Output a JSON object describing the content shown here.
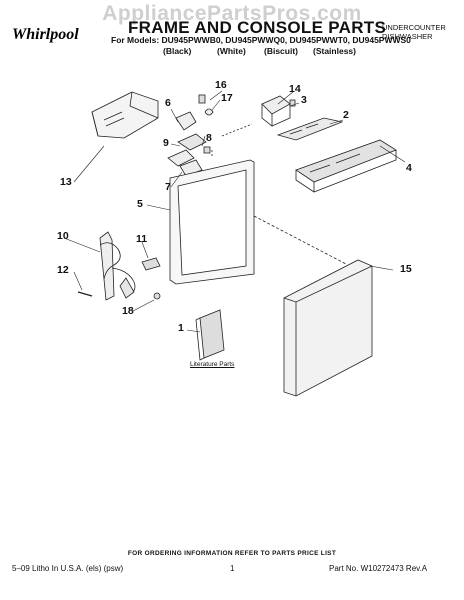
{
  "watermark": "AppliancePartsPros.com",
  "brand": "Whirlpool",
  "title": "FRAME AND CONSOLE PARTS",
  "models": "For Models: DU945PWWB0, DU945PWWQ0, DU945PWWT0, DU945PWWS0",
  "variants": [
    "(Black)",
    "(White)",
    "(Biscuit)",
    "(Stainless)"
  ],
  "appliance_type": [
    "UNDERCOUNTER",
    "DISHWASHER"
  ],
  "callouts": [
    "1",
    "2",
    "3",
    "4",
    "5",
    "6",
    "7",
    "8",
    "9",
    "10",
    "11",
    "12",
    "13",
    "14",
    "15",
    "16",
    "17",
    "18"
  ],
  "literature_label": "Literature Parts",
  "footer": {
    "ordering": "FOR ORDERING INFORMATION REFER TO PARTS PRICE LIST",
    "litho": "5–09 Litho In U.S.A. (els) (psw)",
    "page_number": "1",
    "part_no": "Part No. W10272473 Rev.A"
  }
}
